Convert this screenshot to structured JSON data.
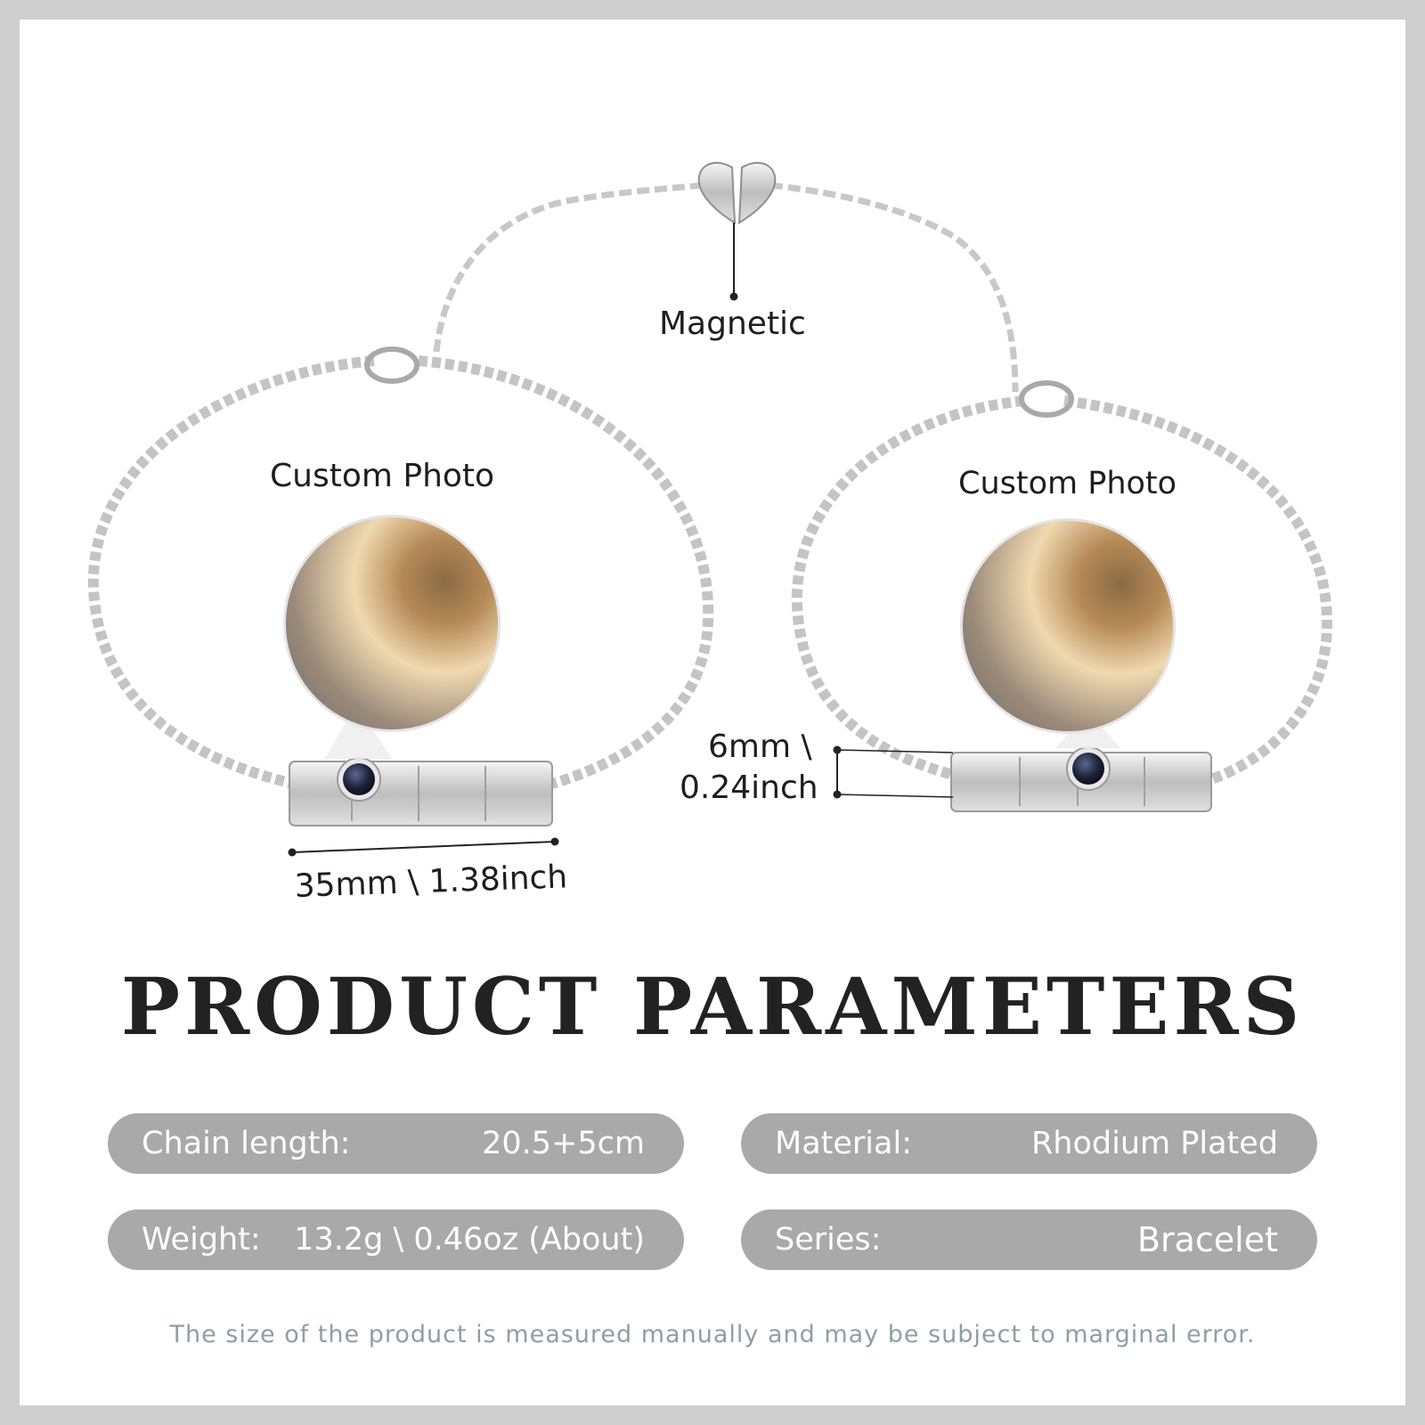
{
  "labels": {
    "magnetic": "Magnetic",
    "custom_photo_left": "Custom Photo",
    "custom_photo_right": "Custom Photo",
    "width_dim": "35mm \\ 1.38inch",
    "height_dim_line1": "6mm \\",
    "height_dim_line2": "0.24inch"
  },
  "heading": "PRODUCT PARAMETERS",
  "params": [
    {
      "key": "Chain length:",
      "value": "20.5+5cm"
    },
    {
      "key": "Material:",
      "value": "Rhodium Plated"
    },
    {
      "key": "Weight:",
      "value": "13.2g \\ 0.46oz (About)"
    },
    {
      "key": "Series:",
      "value": "Bracelet"
    }
  ],
  "footnote": "The size of the product is measured manually and may be subject to marginal error.",
  "colors": {
    "background": "#ffffff",
    "frame": "#cfcfcf",
    "pill": "#a9a9a9",
    "heading": "#222222",
    "footnote": "#8e9ea6"
  }
}
